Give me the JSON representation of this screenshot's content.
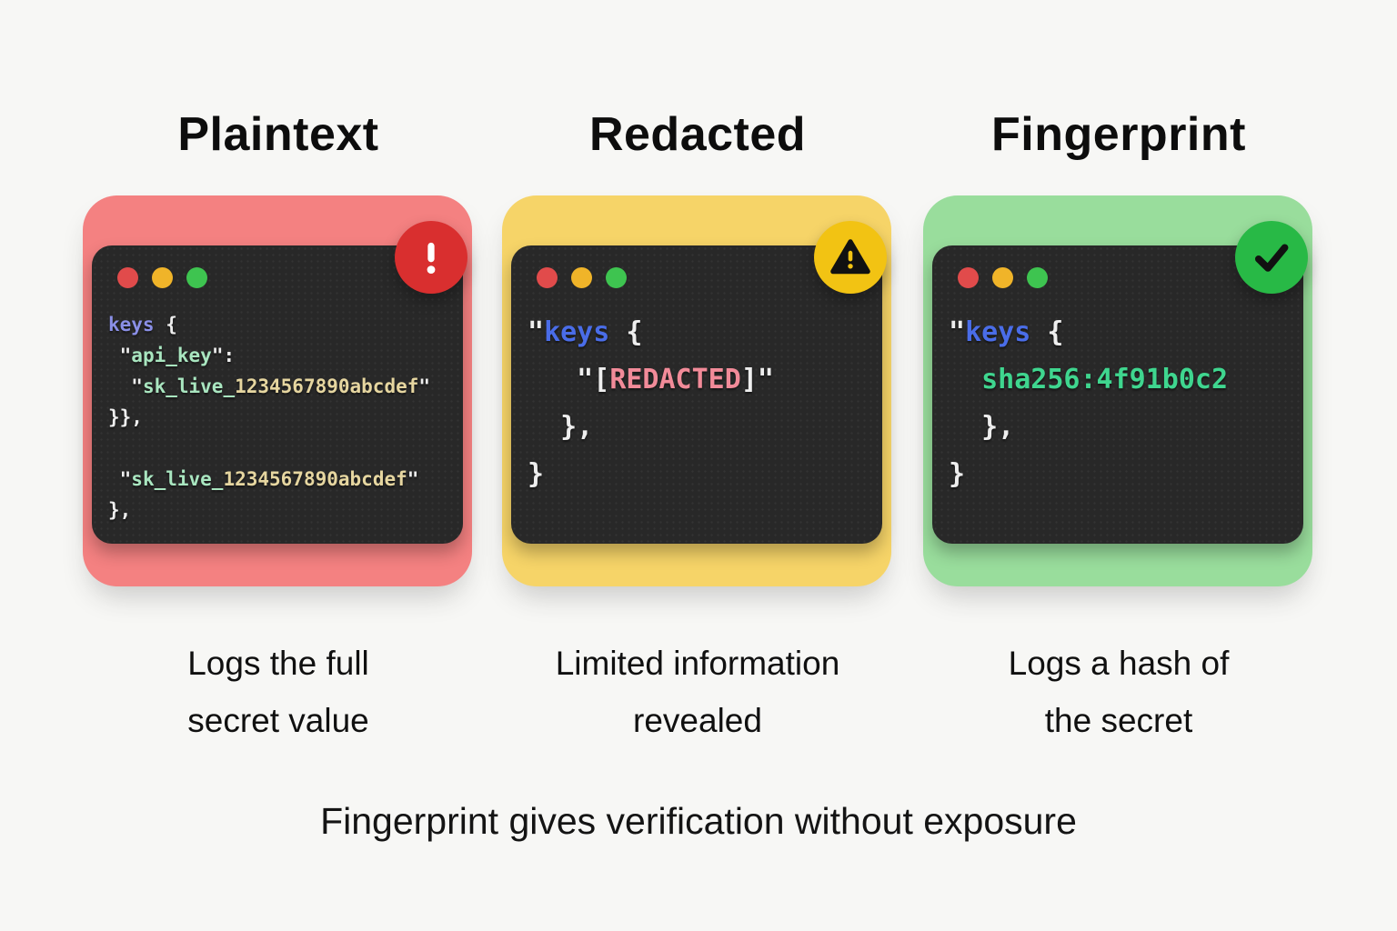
{
  "page": {
    "background": "#f7f7f5",
    "footer_text": "Fingerprint gives verification without exposure"
  },
  "terminal": {
    "background": "#282828",
    "traffic_lights": [
      "#e14b4b",
      "#f0b429",
      "#3ec450"
    ]
  },
  "code_palette": {
    "kw_purple": "#8a8fe6",
    "kw_blue": "#4a6de8",
    "str": "#a9e6c0",
    "num": "#e6d6a0",
    "plain": "#eeeeee",
    "redacted": "#f28b99",
    "hash": "#3fd68f"
  },
  "columns": [
    {
      "title": "Plaintext",
      "card_color": "#f48181",
      "badge": {
        "color": "#d92f2f",
        "icon": "exclamation"
      },
      "caption_line1": "Logs the full",
      "caption_line2": "secret value",
      "code_lines": [
        [
          {
            "text": "keys",
            "color": "kw_purple"
          },
          {
            "text": " {",
            "color": "plain"
          }
        ],
        [
          {
            "text": " \"",
            "color": "plain"
          },
          {
            "text": "api_key",
            "color": "str"
          },
          {
            "text": "\":",
            "color": "plain"
          }
        ],
        [
          {
            "text": "  \"",
            "color": "plain"
          },
          {
            "text": "sk_live_",
            "color": "str"
          },
          {
            "text": "1234567890abcdef",
            "color": "num"
          },
          {
            "text": "\"",
            "color": "plain"
          }
        ],
        [
          {
            "text": "}},",
            "color": "plain"
          }
        ],
        [],
        [
          {
            "text": " \"",
            "color": "plain"
          },
          {
            "text": "sk_live_",
            "color": "str"
          },
          {
            "text": "1234567890abcdef",
            "color": "num"
          },
          {
            "text": "\"",
            "color": "plain"
          }
        ],
        [
          {
            "text": "},",
            "color": "plain"
          }
        ]
      ]
    },
    {
      "title": "Redacted",
      "card_color": "#f6d468",
      "badge": {
        "color": "#f2c313",
        "icon": "warning-triangle"
      },
      "caption_line1": "Limited information",
      "caption_line2": "revealed",
      "code_lines": [
        [
          {
            "text": "\"",
            "color": "plain"
          },
          {
            "text": "keys",
            "color": "kw_blue"
          },
          {
            "text": " {",
            "color": "plain"
          }
        ],
        [
          {
            "text": "   \"[",
            "color": "plain"
          },
          {
            "text": "REDACTED",
            "color": "redacted"
          },
          {
            "text": "]\"",
            "color": "plain"
          }
        ],
        [
          {
            "text": "  },",
            "color": "plain"
          }
        ],
        [
          {
            "text": "}",
            "color": "plain"
          }
        ]
      ]
    },
    {
      "title": "Fingerprint",
      "card_color": "#99dd9c",
      "badge": {
        "color": "#28b946",
        "icon": "checkmark"
      },
      "caption_line1": "Logs a hash of",
      "caption_line2": "the secret",
      "code_lines": [
        [
          {
            "text": "\"",
            "color": "plain"
          },
          {
            "text": "keys",
            "color": "kw_blue"
          },
          {
            "text": " {",
            "color": "plain"
          }
        ],
        [
          {
            "text": "  ",
            "color": "plain"
          },
          {
            "text": "sha256:4f91b0c2",
            "color": "hash"
          }
        ],
        [
          {
            "text": "  },",
            "color": "plain"
          }
        ],
        [
          {
            "text": "}",
            "color": "plain"
          }
        ]
      ]
    }
  ]
}
